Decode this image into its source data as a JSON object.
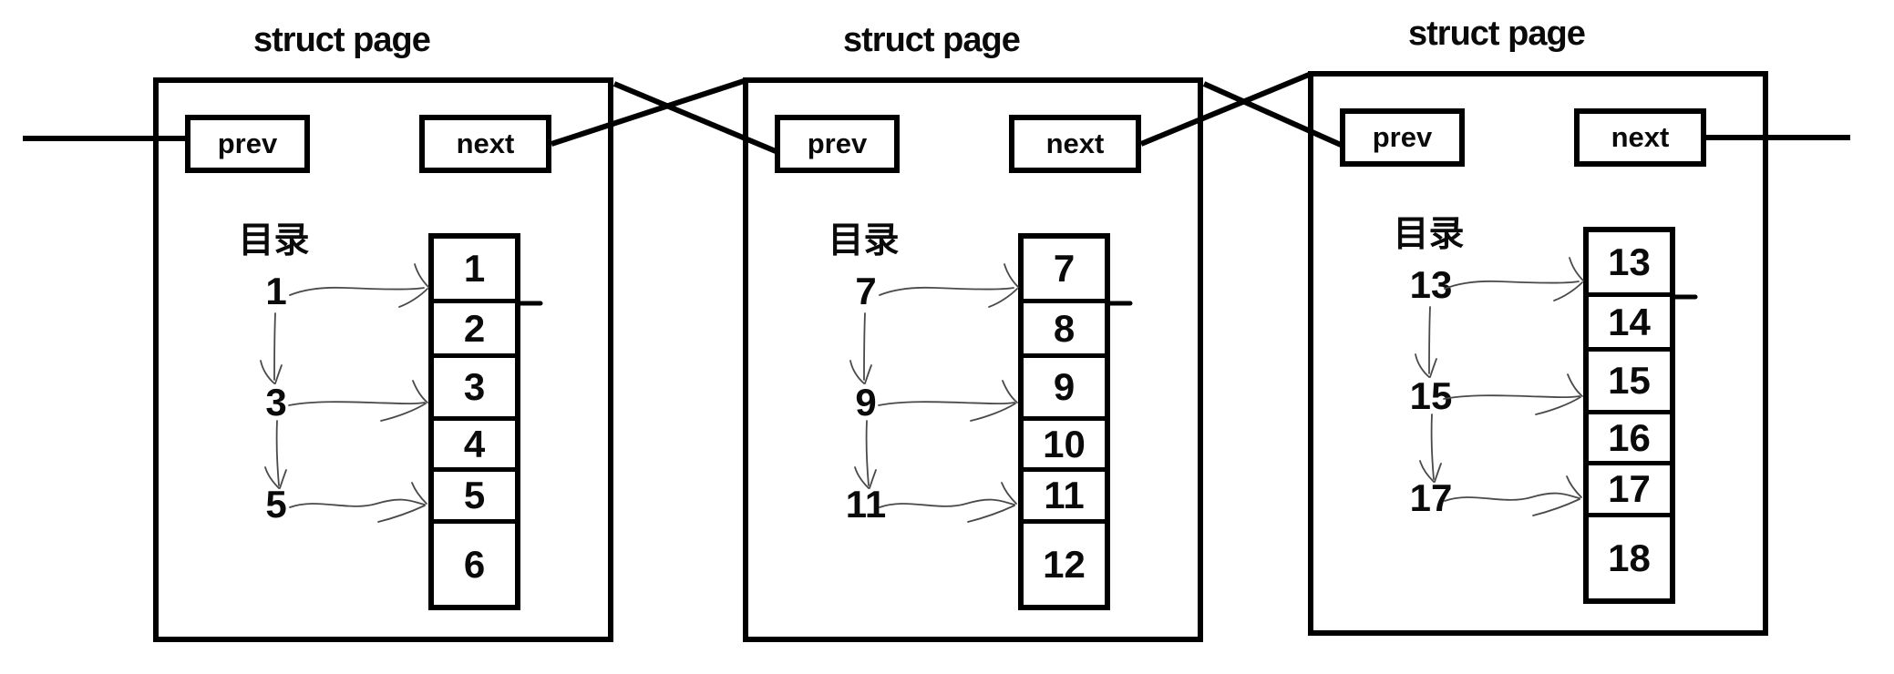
{
  "diagram": {
    "description_label": "doubly linked list of struct page nodes",
    "colors": {
      "line": "#000000",
      "hand_drawn_arrow": "#4a4a4a",
      "background": "#ffffff",
      "text": "#0a0a0a"
    }
  },
  "panels": [
    {
      "title": "struct page",
      "prev_label": "prev",
      "next_label": "next",
      "directory_label": "目录",
      "directory_entries": [
        "1",
        "3",
        "5"
      ],
      "cells": [
        "1",
        "2",
        "3",
        "4",
        "5",
        "6"
      ]
    },
    {
      "title": "struct page",
      "prev_label": "prev",
      "next_label": "next",
      "directory_label": "目录",
      "directory_entries": [
        "7",
        "9",
        "11"
      ],
      "cells": [
        "7",
        "8",
        "9",
        "10",
        "11",
        "12"
      ]
    },
    {
      "title": "struct page",
      "prev_label": "prev",
      "next_label": "next",
      "directory_label": "目录",
      "directory_entries": [
        "13",
        "15",
        "17"
      ],
      "cells": [
        "13",
        "14",
        "15",
        "16",
        "17",
        "18"
      ]
    }
  ]
}
